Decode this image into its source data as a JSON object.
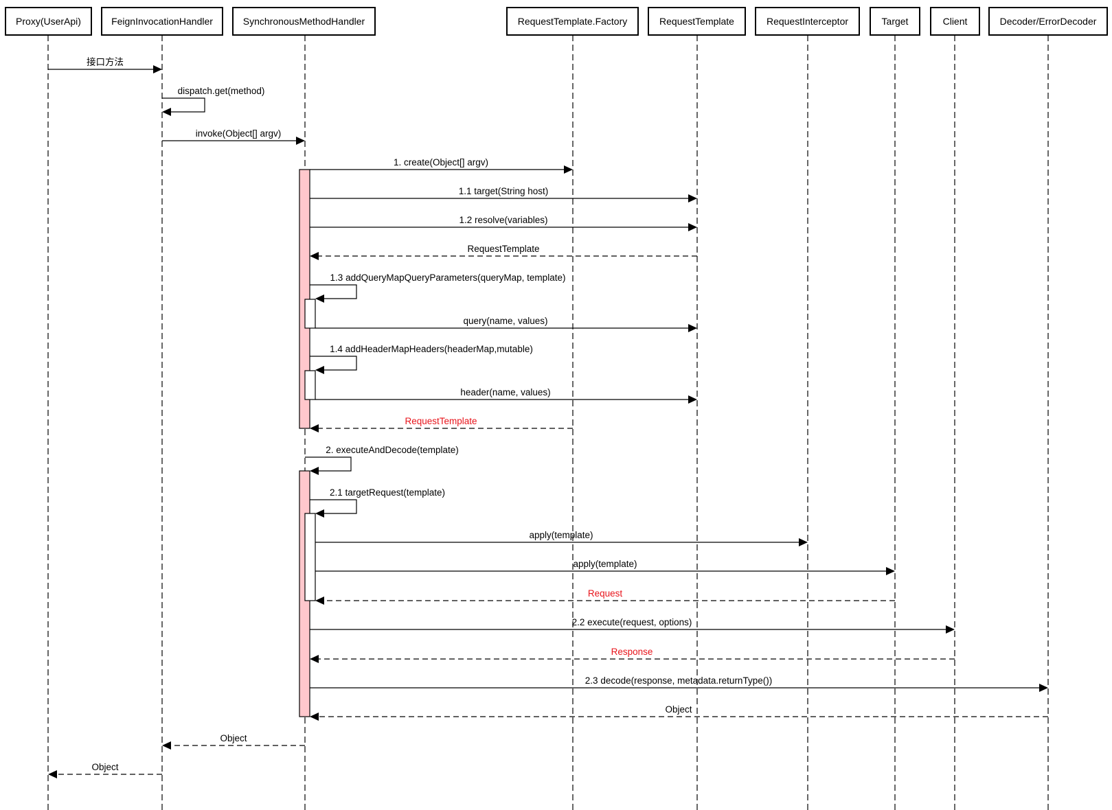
{
  "participants": [
    {
      "id": "proxy",
      "label": "Proxy(UserApi)"
    },
    {
      "id": "feign",
      "label": "FeignInvocationHandler"
    },
    {
      "id": "smh",
      "label": "SynchronousMethodHandler"
    },
    {
      "id": "rtf",
      "label": "RequestTemplate.Factory"
    },
    {
      "id": "rt",
      "label": "RequestTemplate"
    },
    {
      "id": "ri",
      "label": "RequestInterceptor"
    },
    {
      "id": "target",
      "label": "Target"
    },
    {
      "id": "client",
      "label": "Client"
    },
    {
      "id": "decoder",
      "label": "Decoder/ErrorDecoder"
    }
  ],
  "messages": [
    {
      "from": "proxy",
      "to": "feign",
      "label": "接口方法",
      "style": "solid"
    },
    {
      "from": "feign",
      "to": "feign",
      "label": "dispatch.get(method)",
      "style": "self"
    },
    {
      "from": "feign",
      "to": "smh",
      "label": "invoke(Object[] argv)",
      "style": "solid"
    },
    {
      "from": "smh",
      "to": "rtf",
      "label": "1. create(Object[] argv)",
      "style": "solid"
    },
    {
      "from": "smh",
      "to": "rt",
      "label": "1.1 target(String host)",
      "style": "solid"
    },
    {
      "from": "smh",
      "to": "rt",
      "label": "1.2 resolve(variables)",
      "style": "solid"
    },
    {
      "from": "rt",
      "to": "smh",
      "label": "RequestTemplate",
      "style": "dashed"
    },
    {
      "from": "smh",
      "to": "smh",
      "label": "1.3 addQueryMapQueryParameters(queryMap, template)",
      "style": "self"
    },
    {
      "from": "smh",
      "to": "rt",
      "label": "query(name, values)",
      "style": "solid"
    },
    {
      "from": "smh",
      "to": "smh",
      "label": "1.4 addHeaderMapHeaders(headerMap,mutable)",
      "style": "self"
    },
    {
      "from": "smh",
      "to": "rt",
      "label": "header(name, values)",
      "style": "solid"
    },
    {
      "from": "rtf",
      "to": "smh",
      "label": "RequestTemplate",
      "style": "dashed",
      "red": true
    },
    {
      "from": "smh",
      "to": "smh",
      "label": "2. executeAndDecode(template)",
      "style": "self"
    },
    {
      "from": "smh",
      "to": "smh",
      "label": "2.1 targetRequest(template)",
      "style": "self"
    },
    {
      "from": "smh",
      "to": "ri",
      "label": "apply(template)",
      "style": "solid"
    },
    {
      "from": "smh",
      "to": "target",
      "label": "apply(template)",
      "style": "solid"
    },
    {
      "from": "target",
      "to": "smh",
      "label": "Request",
      "style": "dashed",
      "red": true
    },
    {
      "from": "smh",
      "to": "client",
      "label": "2.2 execute(request, options)",
      "style": "solid"
    },
    {
      "from": "client",
      "to": "smh",
      "label": "Response",
      "style": "dashed",
      "red": true
    },
    {
      "from": "smh",
      "to": "decoder",
      "label": "2.3 decode(response, metadata.returnType())",
      "style": "solid"
    },
    {
      "from": "decoder",
      "to": "smh",
      "label": "Object",
      "style": "dashed"
    },
    {
      "from": "smh",
      "to": "feign",
      "label": "Object",
      "style": "dashed"
    },
    {
      "from": "feign",
      "to": "proxy",
      "label": "Object",
      "style": "dashed"
    }
  ],
  "colors": {
    "activation_fill": "#ffc7cc",
    "return_highlight": "#e8141b",
    "line": "#000000"
  }
}
